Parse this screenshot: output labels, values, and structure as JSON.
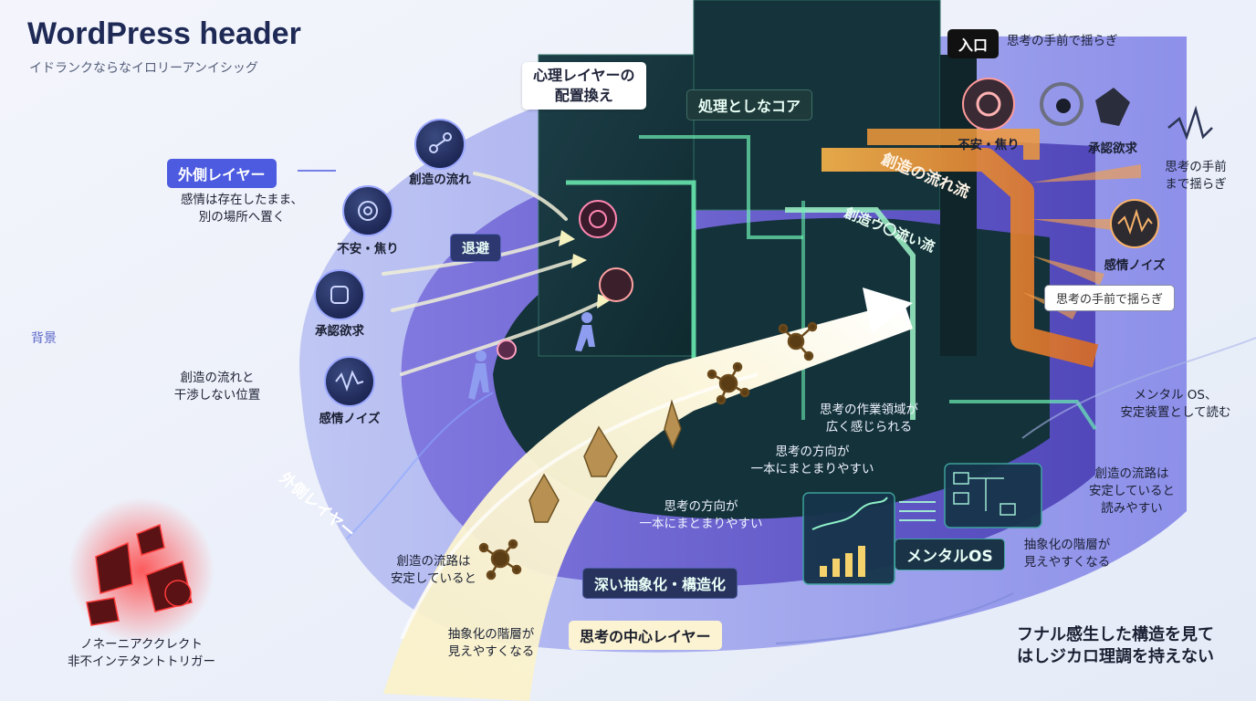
{
  "header": {
    "title": "WordPress header",
    "subtitle": "イドランクならなイロリーアンイシッグ"
  },
  "left_panel": {
    "outer_layer_tag": "外側レイヤー",
    "outer_layer_desc": "感情は存在したまま、\n別の場所へ置く",
    "background_label": "背景",
    "no_interference": "創造の流れと\n干渉しない位置",
    "arc_label": "外側レイヤー",
    "trigger_label": "ノネーニアククレクト\n非不インテタントトリガー"
  },
  "outer_ring_items": [
    {
      "label": "創造の流れ",
      "icon": "network-icon"
    },
    {
      "label": "不安・焦り",
      "icon": "swirl-icon"
    },
    {
      "label": "承認欲求",
      "icon": "fragments-icon"
    },
    {
      "label": "感情ノイズ",
      "icon": "waveform-icon"
    }
  ],
  "core": {
    "relayout_title": "心理レイヤーの\n配置換え",
    "core_title": "処理としなコア",
    "retreat_label": "退避",
    "flow_label_1": "創造の流れ流",
    "flow_label_2": "創造ウ〇流い流",
    "workspace_text": "思考の作業領域が\n広く感じられる",
    "direction_text_1": "思考の方向が\n一本にまとまりやすい",
    "direction_text_2": "思考の方向が\n一本にまとまりやすい",
    "deep_abstraction": "深い抽象化・構造化",
    "center_layer": "思考の中心レイヤー",
    "stable_path_left": "創造の流路は\n安定していると",
    "abstraction_left": "抽象化の階層が\n見えやすくなる",
    "mental_os": "メンタルOS"
  },
  "right_panel": {
    "entry_tag": "入口",
    "entry_desc": "思考の手前で揺らぎ",
    "anxiety_label": "不安・焦り",
    "approval_label": "承認欲求",
    "wobble_label": "思考の手前\nまで揺らぎ",
    "noise_label": "感情ノイズ",
    "wobble_box": "思考の手前で揺らぎ",
    "mental_os_read": "メンタル OS、\n安定装置として読む",
    "stable_path_right": "創造の流路は\n安定していると\n読みやすい",
    "abstraction_right": "抽象化の階層が\n見えやすくなる",
    "bottom_caption": "フナル感生した構造を見て\nはしジカロ理調を持えない"
  },
  "colors": {
    "accent_blue": "#4c5be0",
    "core_teal": "#1d4a4e",
    "flow_orange": "#e8862c",
    "flow_yellow": "#f6ecb4",
    "glow_green": "#6cf0b4",
    "trigger_red": "#e0262a"
  }
}
